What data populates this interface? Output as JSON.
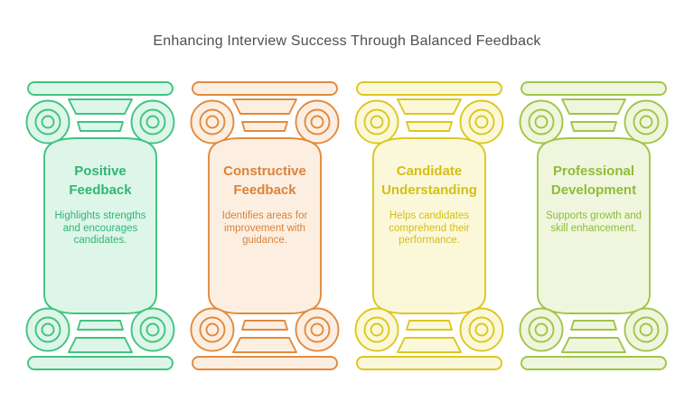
{
  "title": "Enhancing Interview Success Through Balanced Feedback",
  "title_color": "#4f4f4f",
  "pillars": [
    {
      "heading": "Positive Feedback",
      "body": "Highlights strengths and encourages candidates.",
      "accent": "#3fc47e",
      "fill": "#ddf6e9",
      "text": "#2fb673"
    },
    {
      "heading": "Constructive Feedback",
      "body": "Identifies areas for improvement with guidance.",
      "accent": "#e28a3e",
      "fill": "#fcefe2",
      "text": "#dc8238"
    },
    {
      "heading": "Candidate Understanding",
      "body": "Helps candidates comprehend their performance.",
      "accent": "#ddc71e",
      "fill": "#fbf8da",
      "text": "#d6bf13"
    },
    {
      "heading": "Professional Development",
      "body": "Supports growth and skill enhancement.",
      "accent": "#a1c548",
      "fill": "#eff6dd",
      "text": "#8fbc38"
    }
  ]
}
